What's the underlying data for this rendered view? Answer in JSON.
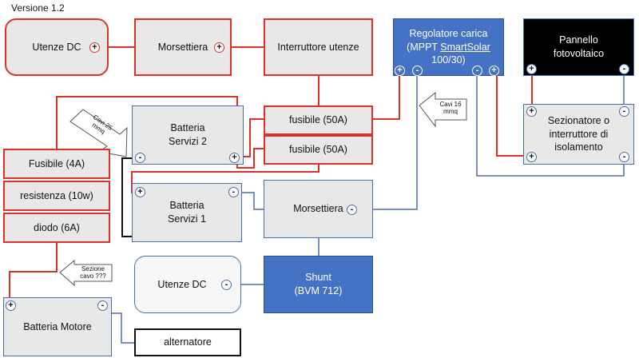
{
  "version": "Versione 1.2",
  "nodes": {
    "utenze_dc_top": {
      "label": "Utenze DC",
      "terminal": "+"
    },
    "morsettiera_top": {
      "label": "Morsettiera",
      "terminal": "+"
    },
    "interruttore_utenze": {
      "label": "Interruttore utenze"
    },
    "regolatore": {
      "line1": "Regolatore carica",
      "line2_a": "(MPPT ",
      "line2_b": "SmartSolar",
      "line3": "100/30)",
      "terminals": [
        "+",
        "-",
        "-",
        "+"
      ]
    },
    "pannello": {
      "line1": "Pannello",
      "line2": "fotovoltaico",
      "terminals": [
        "+",
        "-"
      ]
    },
    "fusibile_1": {
      "label": "fusibile (50A)"
    },
    "fusibile_2": {
      "label": "fusibile (50A)"
    },
    "batteria_servizi_2": {
      "line1": "Batteria",
      "line2": "Servizi 2",
      "terminals": [
        "-",
        "+"
      ]
    },
    "batteria_servizi_1": {
      "line1": "Batteria",
      "line2": "Servizi 1",
      "terminals": [
        "+",
        "-"
      ]
    },
    "sezionatore": {
      "line1": "Sezionatore o",
      "line2": "interruttore di",
      "line3": "isolamento",
      "terminals": [
        "+",
        "-",
        "+",
        "-"
      ]
    },
    "fusibile_4a": {
      "label": "Fusibile (4A)"
    },
    "resistenza": {
      "label": "resistenza (10w)"
    },
    "diodo": {
      "label": "diodo (6A)"
    },
    "morsettiera_mid": {
      "label": "Morsettiera",
      "terminal": "-"
    },
    "utenze_dc_bottom": {
      "label": "Utenze DC",
      "terminal": "-"
    },
    "shunt": {
      "line1": "Shunt",
      "line2": "(BVM 712)"
    },
    "batteria_motore": {
      "label": "Batteria Motore",
      "terminals": [
        "+",
        "-"
      ]
    },
    "alternatore": {
      "label": "alternatore"
    }
  },
  "annotations": {
    "cavi_25": {
      "line1": "Cavi 25",
      "line2": "mmq"
    },
    "cavi_16": {
      "line1": "Cavi 16",
      "line2": "mmq"
    },
    "sezione": {
      "line1": "Sezione",
      "line2": "cavo ???"
    }
  },
  "colors": {
    "positive_wire": "#e0302a",
    "negative_wire": "#4a6fa5",
    "ground_wire": "#111111",
    "accent_blue": "#4472c4"
  }
}
